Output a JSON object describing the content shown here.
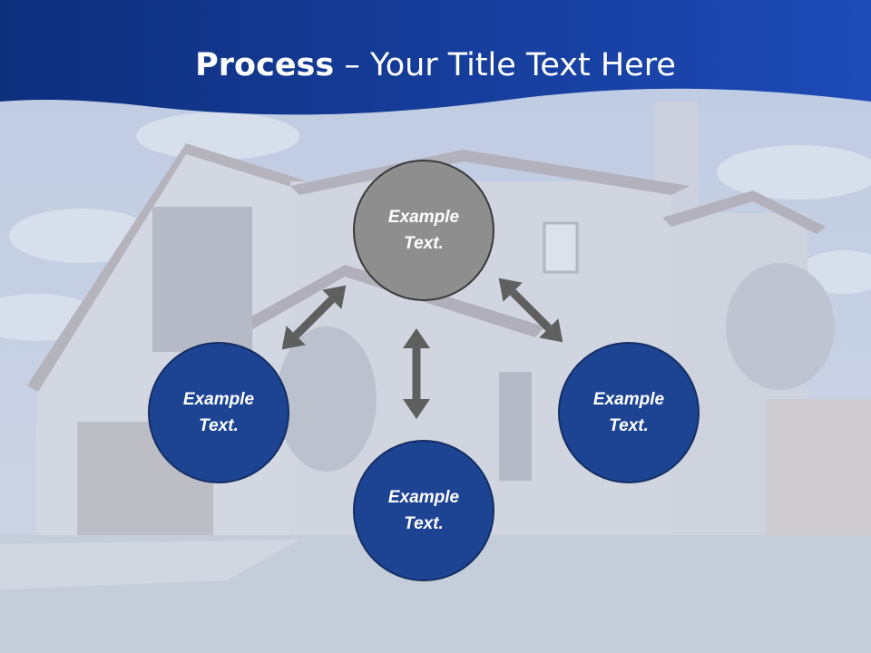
{
  "slide": {
    "title_bold": "Process",
    "title_rest": " – Your Title Text Here"
  },
  "nodes": [
    {
      "label": "Example Text."
    },
    {
      "label": "Example Text."
    },
    {
      "label": "Example Text."
    },
    {
      "label": "Example Text."
    }
  ],
  "colors": {
    "header_blue": "#1d4493",
    "node_blue": "#1d4493",
    "node_gray": "#8e8e8e",
    "arrow_gray": "#5f5f5f"
  }
}
